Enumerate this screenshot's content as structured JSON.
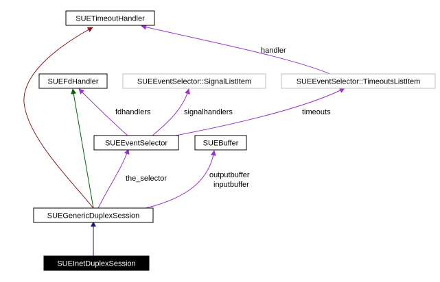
{
  "diagram": {
    "nodes": {
      "timeout_handler": "SUETimeoutHandler",
      "fd_handler": "SUEFdHandler",
      "signal_list_item": "SUEEventSelector::SignalListItem",
      "timeouts_list_item": "SUEEventSelector::TimeoutsListItem",
      "event_selector": "SUEEventSelector",
      "buffer": "SUEBuffer",
      "generic_duplex_session": "SUEGenericDuplexSession",
      "inet_duplex_session": "SUEInetDuplexSession"
    },
    "edge_labels": {
      "handler": "handler",
      "fdhandlers": "fdhandlers",
      "signalhandlers": "signalhandlers",
      "timeouts": "timeouts",
      "the_selector": "the_selector",
      "outputbuffer": "outputbuffer",
      "inputbuffer": "inputbuffer"
    },
    "colors": {
      "inheritance_public": "#191970",
      "inheritance_protected": "#006400",
      "inheritance_private": "#8b1a1a",
      "usage": "#9a32cd"
    }
  }
}
